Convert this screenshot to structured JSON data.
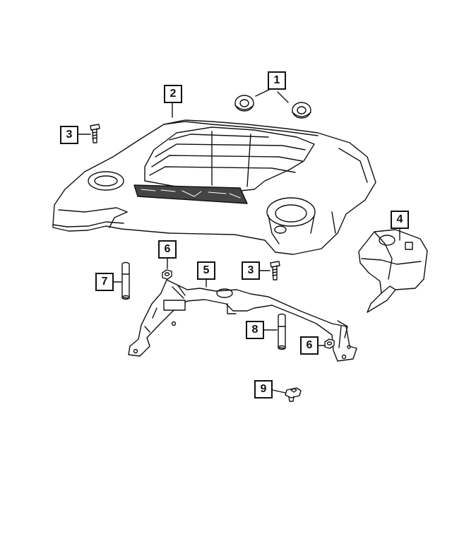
{
  "diagram": {
    "callouts": [
      {
        "id": "c1",
        "label": "1"
      },
      {
        "id": "c2",
        "label": "2"
      },
      {
        "id": "c3a",
        "label": "3"
      },
      {
        "id": "c3b",
        "label": "3"
      },
      {
        "id": "c4",
        "label": "4"
      },
      {
        "id": "c5",
        "label": "5"
      },
      {
        "id": "c6a",
        "label": "6"
      },
      {
        "id": "c6b",
        "label": "6"
      },
      {
        "id": "c7",
        "label": "7"
      },
      {
        "id": "c8",
        "label": "8"
      },
      {
        "id": "c9",
        "label": "9"
      }
    ]
  }
}
